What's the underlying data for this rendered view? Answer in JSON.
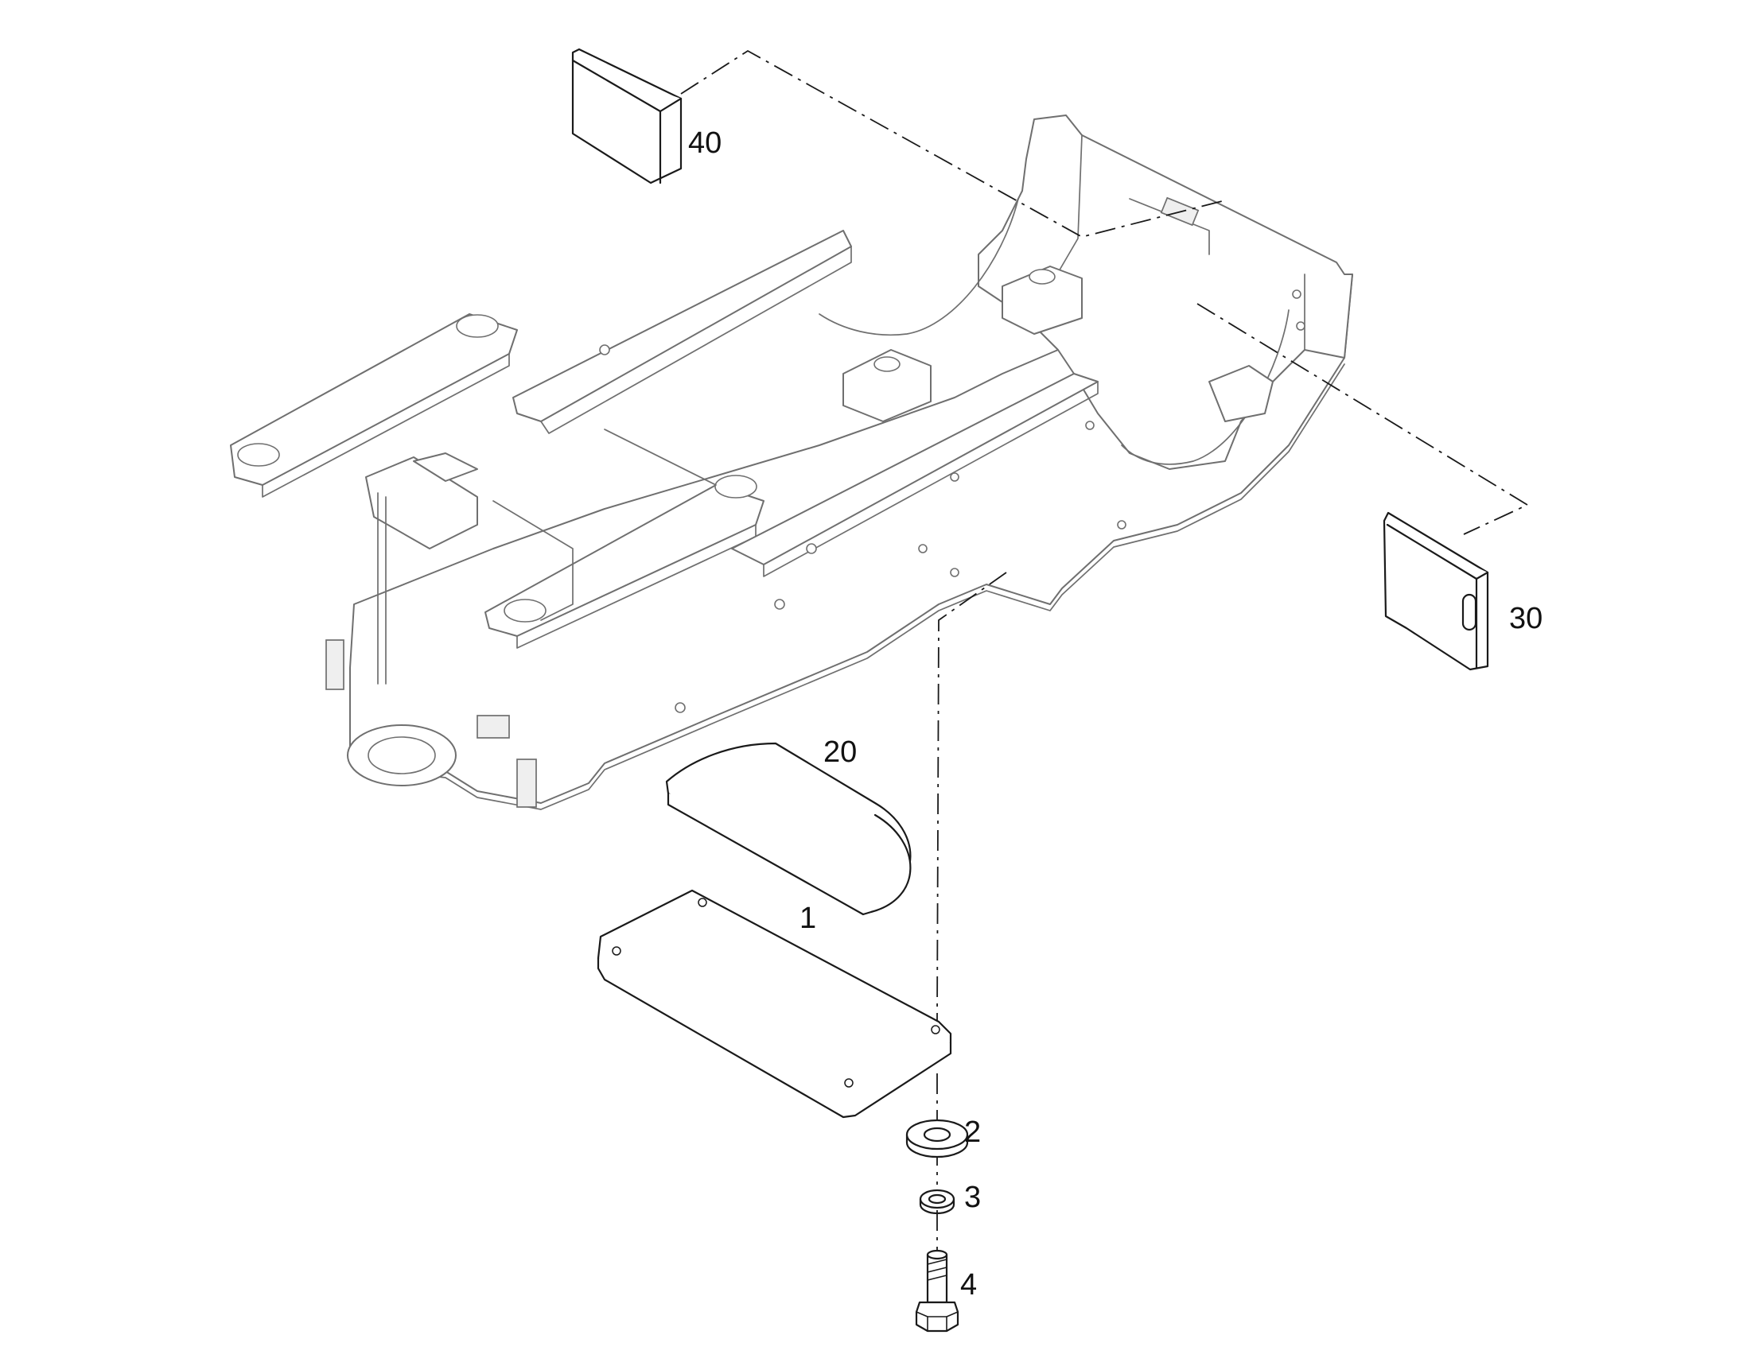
{
  "callouts": {
    "item_1": "1",
    "item_2": "2",
    "item_3": "3",
    "item_4": "4",
    "item_20": "20",
    "item_30": "30",
    "item_40": "40"
  },
  "icons": [
    "flat-plate-part",
    "rounded-pad-part",
    "washer-part",
    "lock-washer-part",
    "hex-bolt-part",
    "slotted-plate-part",
    "rubber-block-part",
    "upper-frame-assembly"
  ],
  "colors": {
    "part_outline": "#1a1a1a",
    "frame_outline": "#6f6f6f",
    "background": "#ffffff"
  }
}
